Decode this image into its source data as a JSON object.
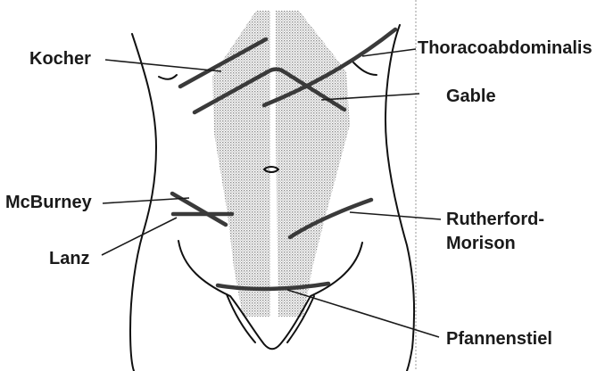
{
  "labels": {
    "kocher": "Kocher",
    "thoracoabdominalis": "Thoracoabdominalis",
    "gable": "Gable",
    "mcburney": "McBurney",
    "lanz": "Lanz",
    "rutherford_morison_line1": "Rutherford-",
    "rutherford_morison_line2": "Morison",
    "pfannenstiel": "Pfannenstiel"
  },
  "colors": {
    "outline": "#111111",
    "incision": "#3a3a3a",
    "rectus_shading": "#9a9a9a",
    "text": "#1a1a1a"
  }
}
